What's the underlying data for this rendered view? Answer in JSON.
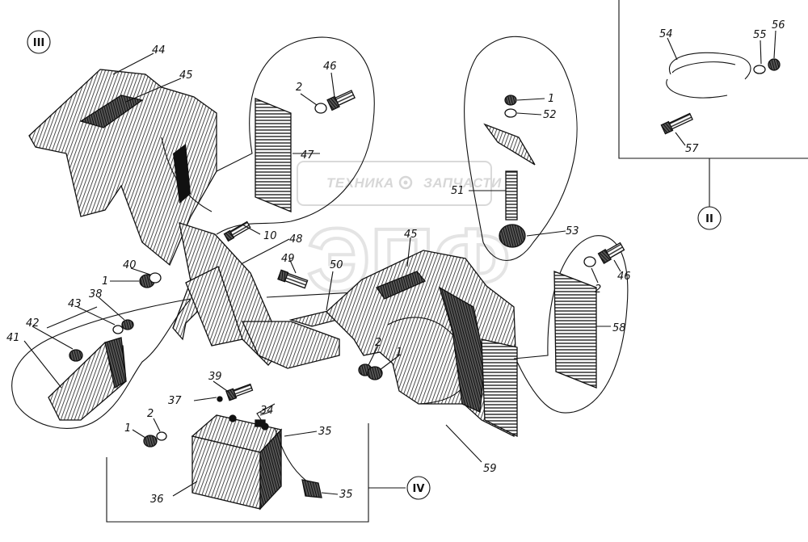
{
  "diagram": {
    "title": "",
    "view_labels": [
      "III",
      "II",
      "IV"
    ],
    "callouts": [
      "44",
      "45",
      "46",
      "2",
      "47",
      "10",
      "48",
      "49",
      "50",
      "1",
      "2",
      "40",
      "41",
      "42",
      "43",
      "38",
      "39",
      "37",
      "34",
      "35",
      "36",
      "1",
      "2",
      "45",
      "2",
      "1",
      "59",
      "58",
      "2",
      "46",
      "53",
      "1",
      "52",
      "51",
      "54",
      "55",
      "56",
      "57"
    ],
    "watermark": {
      "brand": "ТЕХНИКА",
      "brand2": "ЗАПЧАСТИ",
      "logo": "ЭПФ"
    }
  },
  "colors": {
    "ink": "#111111",
    "paper": "#ffffff",
    "watermark": "#b8b8b8"
  },
  "icons": {
    "gear": "gear-icon"
  }
}
